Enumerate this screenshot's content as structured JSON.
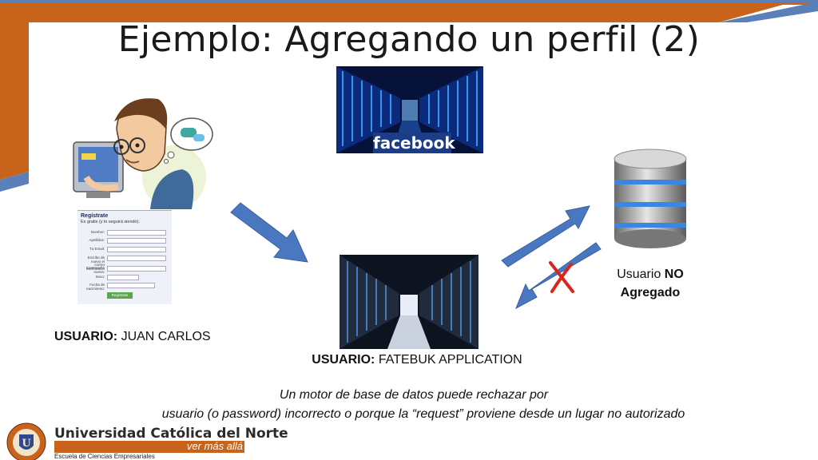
{
  "slide": {
    "title": "Ejemplo: Agregando un perfil (2)"
  },
  "facebook_image": {
    "label": "facebook"
  },
  "signup_form": {
    "heading": "Regístrate",
    "subheading": "Es gratis (y lo seguirá siendo).",
    "fields": [
      "Nombre:",
      "Apellidos:",
      "Tu Email:",
      "Escribe de nuevo el correo electrónico:",
      "Contraseña nueva:",
      "Sexo:",
      "Fecha de nacimiento:"
    ],
    "button": "Regístrate"
  },
  "user_left": {
    "label_bold": "USUARIO:",
    "label_rest": "JUAN CARLOS"
  },
  "user_center": {
    "label_bold": "USUARIO:",
    "label_rest": "FATEBUK APPLICATION"
  },
  "status_right": {
    "line1_normal": "Usuario",
    "line1_bold": "NO",
    "line2_bold": "Agregado"
  },
  "explanation": {
    "line1": "Un motor de base de datos  puede rechazar por",
    "line2": "usuario (o password) incorrecto o porque la “request” proviene desde un lugar no autorizado"
  },
  "university": {
    "name": "Universidad Católica del Norte",
    "slogan": "ver más allá",
    "school": "Escuela de Ciencias Empresariales"
  },
  "colors": {
    "accent_orange": "#c8631c",
    "accent_blue": "#4472c4",
    "arrow_blue": "#4a78c0",
    "cross_red": "#d9261c"
  }
}
